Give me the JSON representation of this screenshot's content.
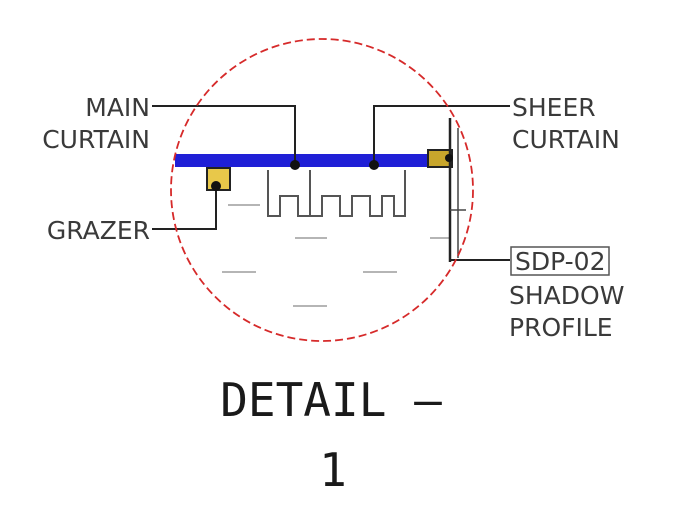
{
  "labels": {
    "main_curtain": [
      "MAIN",
      "CURTAIN"
    ],
    "sheer_curtain": [
      "SHEER",
      "CURTAIN"
    ],
    "grazer": "GRAZER",
    "shadow_profile_tag": "SDP-02",
    "shadow_profile": [
      "SHADOW",
      "PROFILE"
    ]
  },
  "title": {
    "line1": "DETAIL –",
    "line2": "1"
  },
  "colors": {
    "detail_circle": "#d62a2a",
    "track": "#1f1fd6",
    "grazer_fixture": "#e8c84a",
    "leader": "#222222",
    "label_text": "#3a3a3a",
    "curtain_fold": "#555555",
    "ceiling_marks": "#b5b5b5"
  }
}
